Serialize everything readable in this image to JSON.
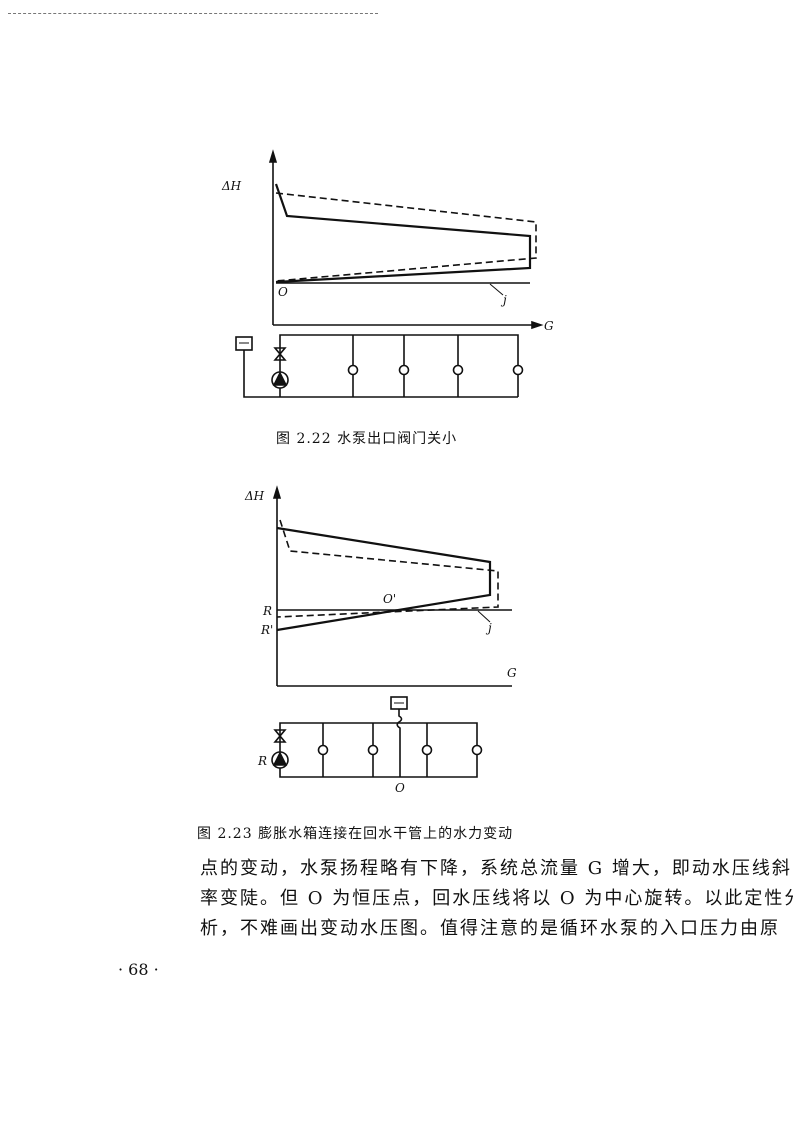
{
  "figures": [
    {
      "caption": "图 2.22  水泵出口阀门关小",
      "labels": {
        "y_axis": "ΔH",
        "x_axis": "G",
        "origin": "O",
        "line": "j"
      }
    },
    {
      "caption": "图 2.23  膨胀水箱连接在回水干管上的水力变动",
      "labels": {
        "y_axis": "ΔH",
        "x_axis": "G",
        "pivot": "O'",
        "r": "R",
        "r_prime": "R'",
        "line": "j",
        "pump": "R",
        "origin": "O"
      }
    }
  ],
  "body_text": [
    "点的变动，水泵扬程略有下降，系统总流量 G 增大，即动水压线斜",
    "率变陡。但 O 为恒压点，回水压线将以 O 为中心旋转。以此定性分",
    "析，不难画出变动水压图。值得注意的是循环水泵的入口压力由原"
  ],
  "page_number": "· 68 ·"
}
